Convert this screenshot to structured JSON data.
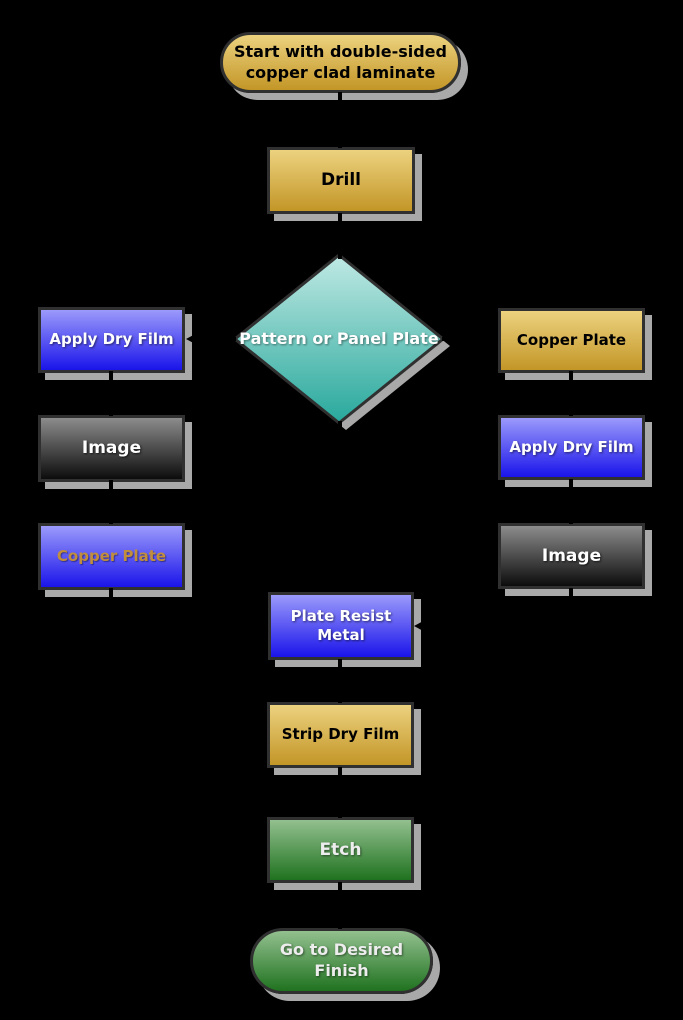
{
  "palette": {
    "background": "#000000",
    "gold_top": "#ecd27f",
    "gold_bottom": "#c39627",
    "blue_top": "#9b9afb",
    "blue_bottom": "#1a14ea",
    "dark_top": "#8c8c8c",
    "dark_bottom": "#0c0c0c",
    "teal_top": "#c0e9e4",
    "teal_bottom": "#28a89c",
    "green_top": "#93c08f",
    "green_bottom": "#1f721f",
    "shadow": "#a9a9a9",
    "border": "#303030",
    "copper_plate_text": "#c08e3d"
  },
  "nodes": {
    "start": {
      "label": "Start with double-sided\ncopper clad laminate"
    },
    "drill": {
      "label": "Drill"
    },
    "decision": {
      "label": "Pattern\nor\nPanel\nPlate"
    },
    "apply_dry_film_left": {
      "label": "Apply Dry Film"
    },
    "image_left": {
      "label": "Image"
    },
    "copper_plate_left": {
      "label": "Copper Plate"
    },
    "copper_plate_right": {
      "label": "Copper Plate"
    },
    "apply_dry_film_right": {
      "label": "Apply Dry Film"
    },
    "image_right": {
      "label": "Image"
    },
    "plate_resist_metal": {
      "label": "Plate Resist\nMetal"
    },
    "strip_dry_film": {
      "label": "Strip Dry Film"
    },
    "etch": {
      "label": "Etch"
    },
    "finish": {
      "label": "Go to Desired\nFinish"
    }
  }
}
